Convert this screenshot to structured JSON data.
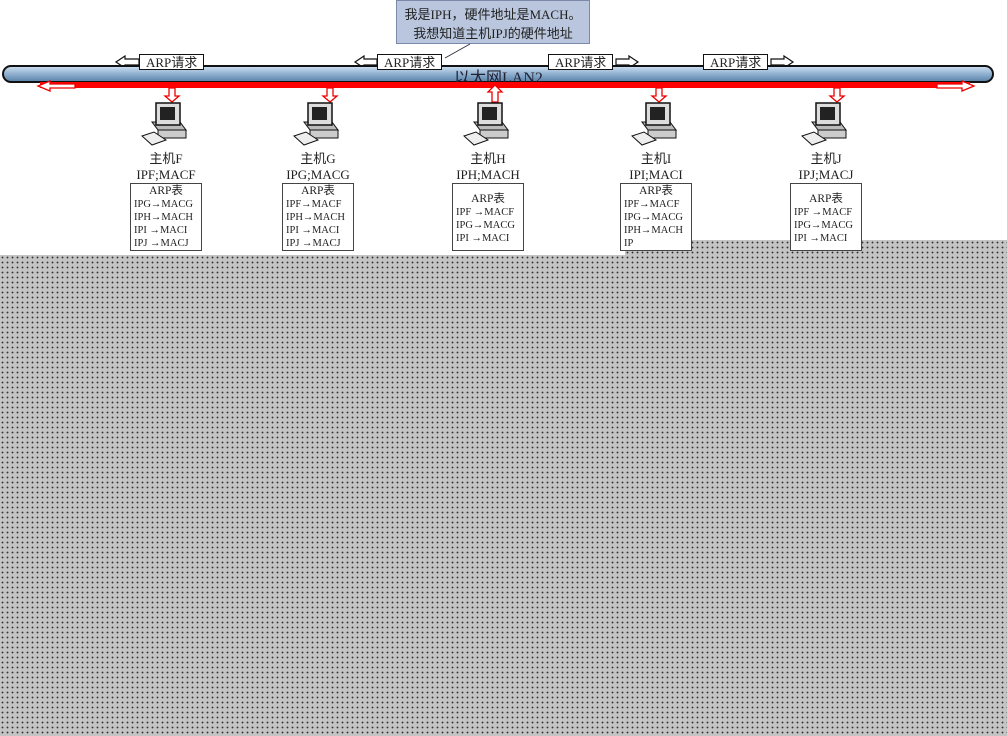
{
  "callout": {
    "line1": "我是IPH，硬件地址是MACH。",
    "line2": "我想知道主机IPJ的硬件地址"
  },
  "network_label": "以太网LAN2",
  "arp_request_label": "ARP请求",
  "colors": {
    "pipe": "#8fb0d0",
    "broadcast": "#ff0000",
    "callout": "#b9c6dd"
  },
  "hosts": [
    {
      "name": "主机F",
      "addr": "IPF;MACF",
      "table_title": "ARP表",
      "entries": [
        "IPG→MACG",
        "IPH→MACH",
        "IPI →MACI",
        "IPJ →MACJ"
      ]
    },
    {
      "name": "主机G",
      "addr": "IPG;MACG",
      "table_title": "ARP表",
      "entries": [
        "IPF→MACF",
        "IPH→MACH",
        "IPI →MACI",
        "IPJ →MACJ"
      ]
    },
    {
      "name": "主机H",
      "addr": "IPH;MACH",
      "table_title": "ARP表",
      "entries": [
        "IPF →MACF",
        "IPG→MACG",
        "IPI →MACI"
      ]
    },
    {
      "name": "主机I",
      "addr": "IPI;MACI",
      "table_title": "ARP表",
      "entries": [
        "IPF→MACF",
        "IPG→MACG",
        "IPH→MACH",
        "IP"
      ]
    },
    {
      "name": "主机J",
      "addr": "IPJ;MACJ",
      "table_title": "ARP表",
      "entries": [
        "IPF →MACF",
        "IPG→MACG",
        "IPI →MACI"
      ]
    }
  ]
}
